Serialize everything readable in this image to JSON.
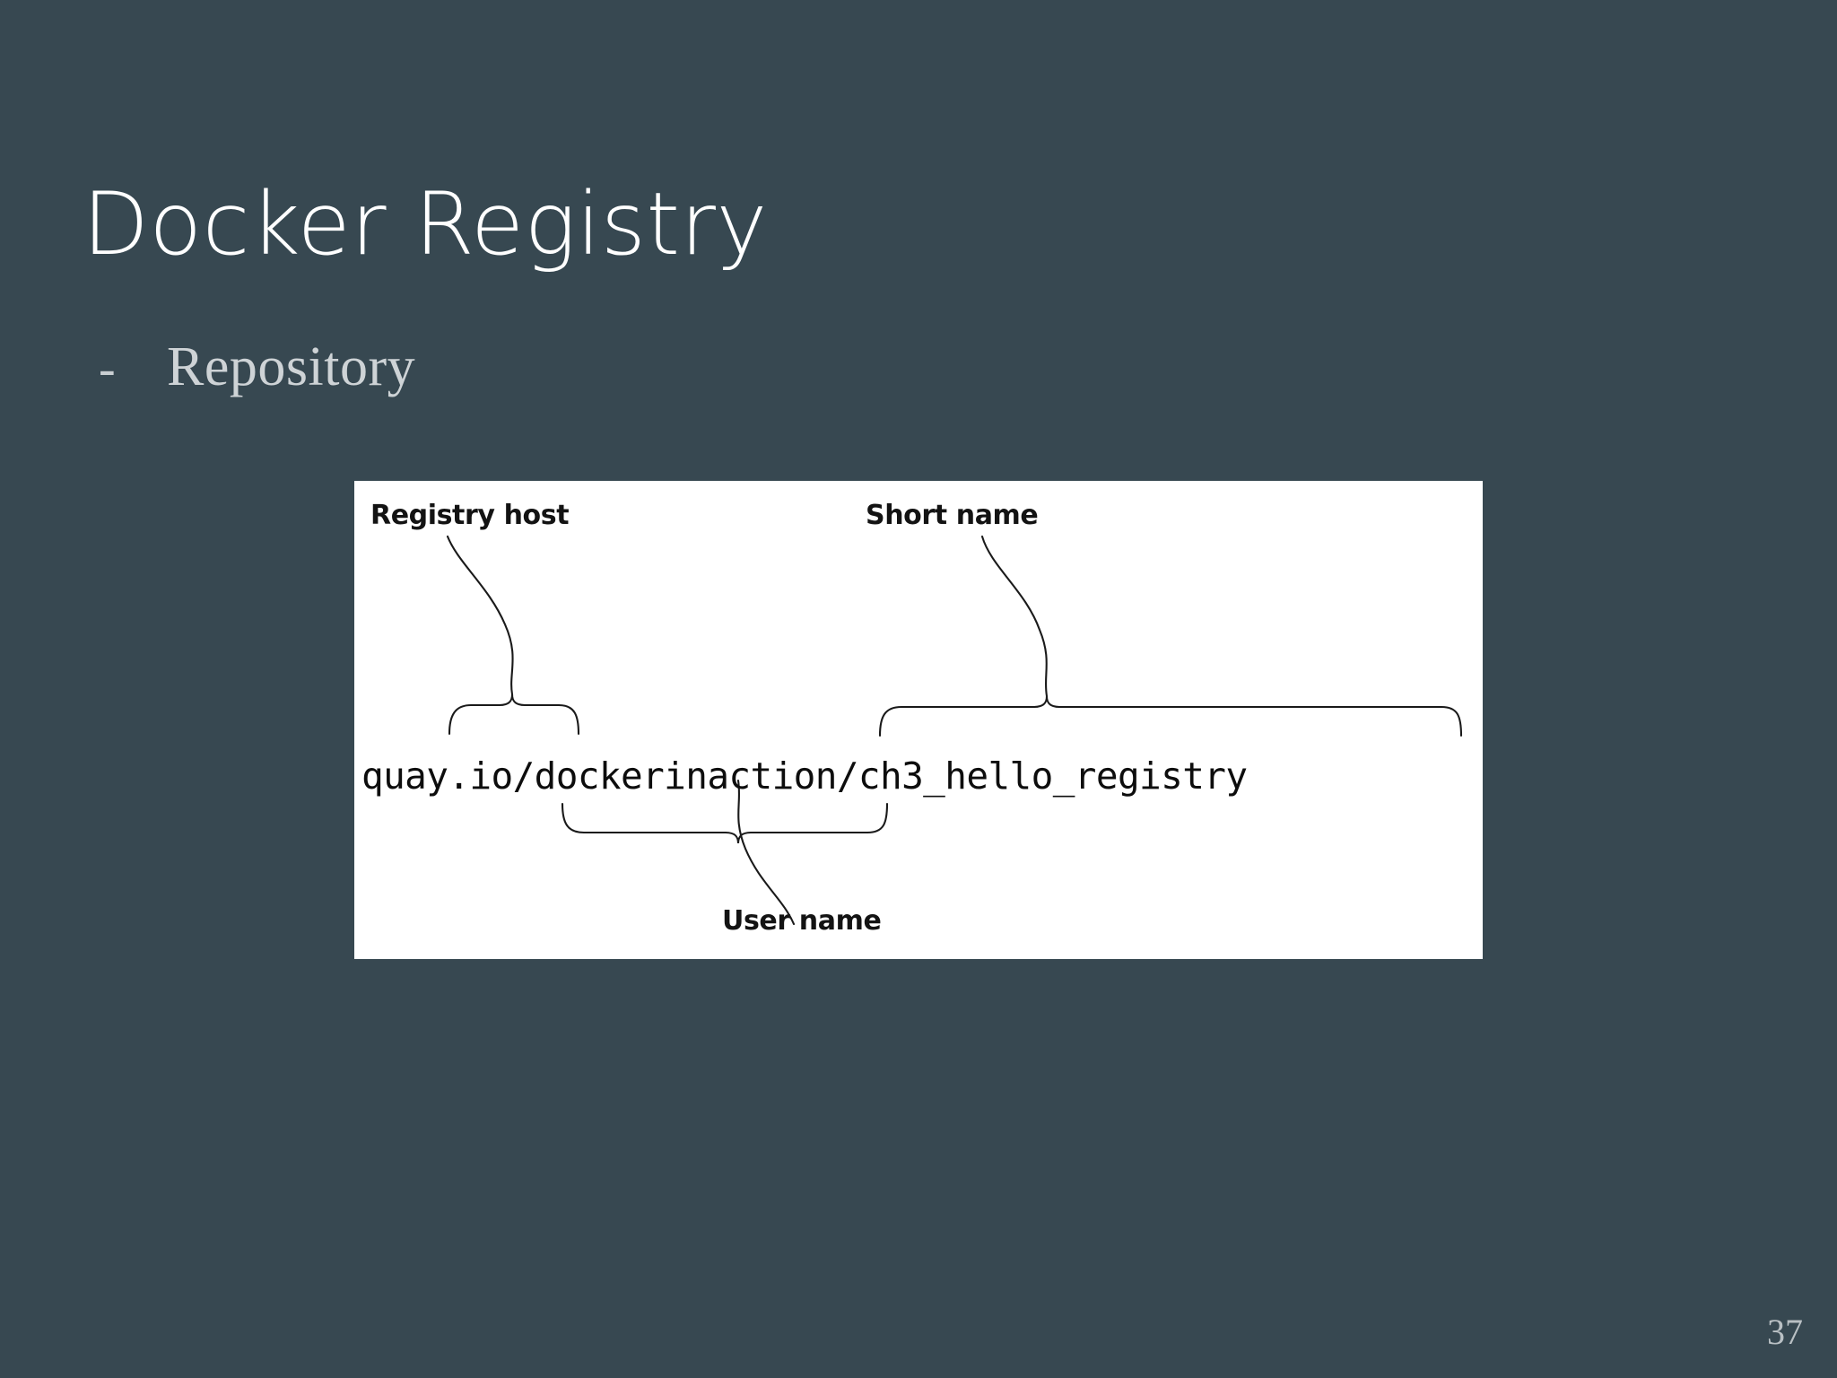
{
  "slide": {
    "background_color": "#374851",
    "title": "Docker Registry",
    "page_number": "37"
  },
  "bullets": [
    {
      "marker": "-",
      "text": "Repository"
    }
  ],
  "figure": {
    "background_color": "#ffffff",
    "repository_string": "quay.io/dockerinaction/ch3_hello_registry",
    "parts": [
      {
        "label": "Registry host",
        "value": "quay.io",
        "position": "top-left"
      },
      {
        "label": "Short name",
        "value": "ch3_hello_registry",
        "position": "top-right"
      },
      {
        "label": "User name",
        "value": "dockerinaction",
        "position": "bottom-center"
      }
    ],
    "label_registry_host": "Registry host",
    "label_short_name": "Short name",
    "label_user_name": "User name"
  }
}
